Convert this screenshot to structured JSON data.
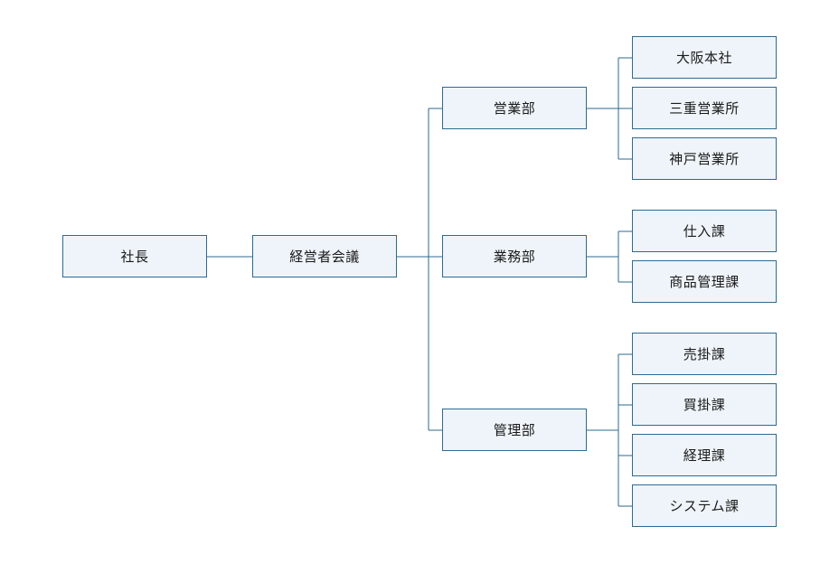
{
  "colors": {
    "node_fill": "#eef4f9",
    "node_border": "#2e6a91",
    "connector": "#2e6a91",
    "text": "#1a1a1a"
  },
  "president": "社長",
  "board": "経営者会議",
  "departments": [
    {
      "name": "営業部",
      "units": [
        "大阪本社",
        "三重営業所",
        "神戸営業所"
      ]
    },
    {
      "name": "業務部",
      "units": [
        "仕入課",
        "商品管理課"
      ]
    },
    {
      "name": "管理部",
      "units": [
        "売掛課",
        "買掛課",
        "経理課",
        "システム課"
      ]
    }
  ]
}
